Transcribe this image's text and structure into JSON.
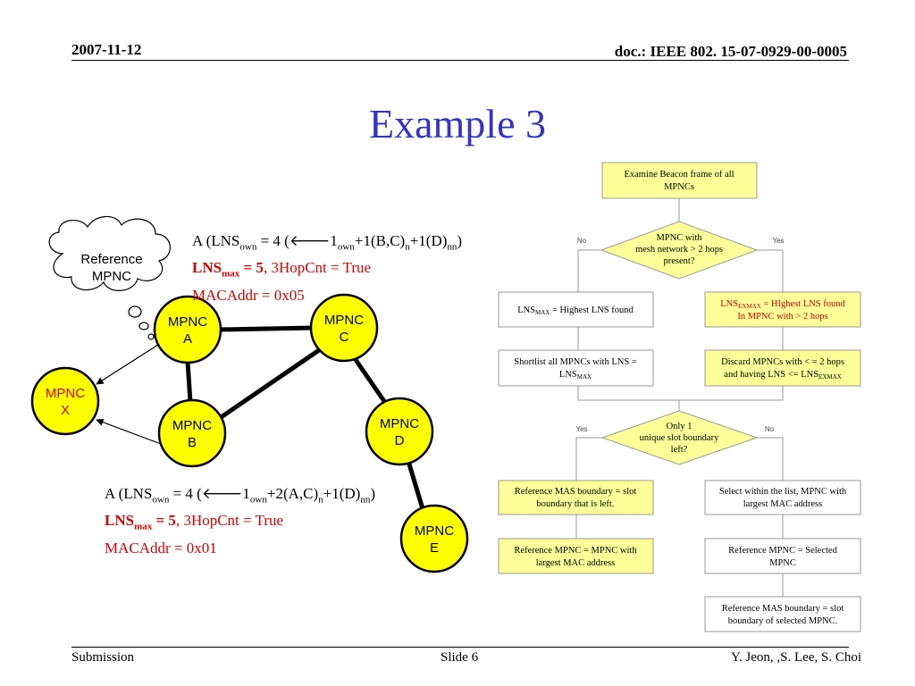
{
  "header": {
    "date": "2007-11-12",
    "doc": "doc.: IEEE 802. 15-07-0929-00-0005"
  },
  "title": "Example 3",
  "footer": {
    "left": "Submission",
    "center": "Slide 6",
    "right": "Y. Jeon, ,S. Lee,  S. Choi"
  },
  "cloud": {
    "line1": "Reference",
    "line2": "MPNC"
  },
  "nodes": {
    "a": {
      "line1": "MPNC",
      "line2": "A"
    },
    "b": {
      "line1": "MPNC",
      "line2": "B"
    },
    "c": {
      "line1": "MPNC",
      "line2": "C"
    },
    "d": {
      "line1": "MPNC",
      "line2": "D"
    },
    "e": {
      "line1": "MPNC",
      "line2": "E"
    },
    "x": {
      "line1": "MPNC",
      "line2": "X"
    }
  },
  "info_a": {
    "lns_prefix": "A (LNS",
    "lns_sub": "own",
    "lns_mid": " = 4 (",
    "arrow": "🡐",
    "term1": "1",
    "term1_sub": "own",
    "term2": "+1(B,C)",
    "term2_sub": "n",
    "term3": "+1(D)",
    "term3_sub": "nn",
    "close": ")",
    "max_label": "LNS",
    "max_sub": "max",
    "max_value": " = 5",
    "hop": ", 3HopCnt = True",
    "mac": "MACAddr = 0x05"
  },
  "info_b": {
    "lns_prefix": "A (LNS",
    "lns_sub": "own",
    "lns_mid": " = 4 (",
    "arrow": "🡐",
    "term1": "1",
    "term1_sub": "own",
    "term2": "+2(A,C)",
    "term2_sub": "n",
    "term3": "+1(D)",
    "term3_sub": "nn",
    "close": ")",
    "max_label": "LNS",
    "max_sub": "max",
    "max_value": " = 5",
    "hop": ", 3HopCnt = True",
    "mac": "MACAddr = 0x01"
  },
  "flowchart": {
    "start": {
      "line1": "Examine Beacon frame of all",
      "line2": "MPNCs"
    },
    "decision1": {
      "line1": "MPNC with",
      "line2": "mesh network > 2 hops",
      "line3": "present?",
      "no": "No",
      "yes": "Yes"
    },
    "left1": {
      "text": "LNS",
      "sub": "MAX",
      "rest": " = Highest LNS found"
    },
    "right1": {
      "line1_a": "LNS",
      "line1_sub": "EXMAX",
      "line1_b": " = HIghest LNS found",
      "line2": "In MPNC with > 2 hops"
    },
    "left2": {
      "line1": "Shortlist all MPNCs with LNS =",
      "line2": "LNS",
      "line2_sub": "MAX"
    },
    "right2": {
      "line1": "Discard MPNCs with < =  2 hops",
      "line2": "and having LNS <= LNS",
      "line2_sub": "EXMAX"
    },
    "decision2": {
      "line1": "Only 1",
      "line2": "unique slot boundary",
      "line3": "left?",
      "yes": "Yes",
      "no": "No"
    },
    "left3": {
      "line1": "Reference MAS boundary = slot",
      "line2": "boundary that is left."
    },
    "right3": {
      "line1": "Select within the list, MPNC with",
      "line2": "largest MAC address"
    },
    "left4": {
      "line1": "Reference MPNC = MPNC with",
      "line2": "largest MAC address"
    },
    "right4": {
      "line1": "Reference MPNC = Selected",
      "line2": "MPNC"
    },
    "right5": {
      "line1": "Reference MAS boundary = slot",
      "line2": "boundary of selected MPNC."
    }
  },
  "colors": {
    "title": "#3333cc",
    "highlight": "#e00000",
    "node_fill": "#ffff00",
    "box_fill": "#ffff99"
  }
}
